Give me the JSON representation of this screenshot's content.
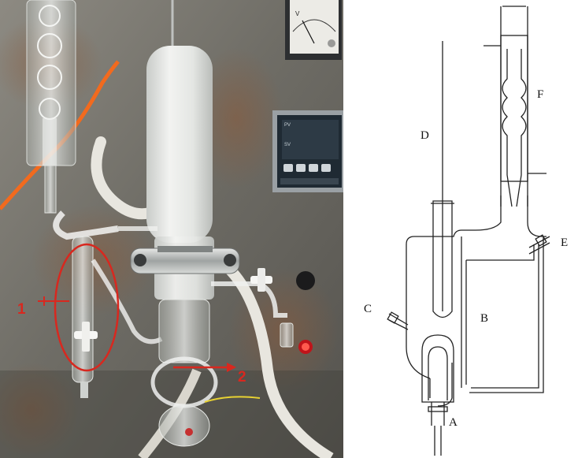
{
  "photo": {
    "callouts": {
      "one": "1",
      "two": "2"
    },
    "meter_letter": "V",
    "meter_brand": "",
    "colors": {
      "callout": "#d8281f",
      "wall": "#7c7a72",
      "tubing": "#e8e6df",
      "hose": "#f26a1e"
    }
  },
  "diagram": {
    "labels": {
      "A": "A",
      "B": "B",
      "C": "C",
      "D": "D",
      "E": "E",
      "F": "F"
    }
  }
}
